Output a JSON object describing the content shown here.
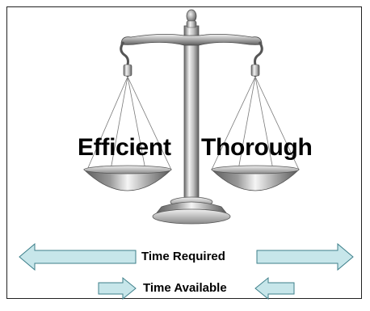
{
  "labels": {
    "left_pan": "Efficient",
    "right_pan": "Thorough",
    "time_required": "Time Required",
    "time_available": "Time Available"
  },
  "colors": {
    "arrow_fill": "#c7e6ea",
    "arrow_stroke": "#3d7f8a",
    "metal_light": "#e8e8e8",
    "metal_dark": "#5a5a5a",
    "frame": "#222222"
  },
  "icons": {
    "scale": "balance-scale-icon",
    "arrows": [
      "double-outward-arrow-icon",
      "double-inward-arrow-icon"
    ]
  }
}
